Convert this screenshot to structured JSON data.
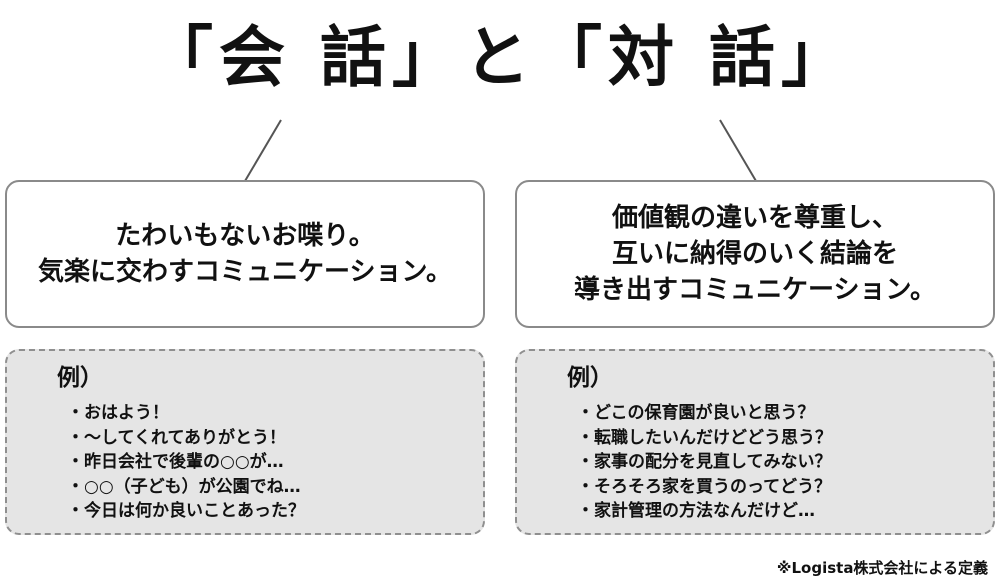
{
  "title": "「会 話」と「対 話」",
  "conversation": {
    "definition": [
      "たわいもないお喋り。",
      "気楽に交わすコミュニケーション。"
    ],
    "example_label": "例）",
    "examples": [
      "・おはよう！",
      "・〜してくれてありがとう！",
      "・昨日会社で後輩の○○が…",
      "・○○（子ども）が公園でね…",
      "・今日は何か良いことあった？"
    ]
  },
  "dialogue": {
    "definition": [
      "価値観の違いを尊重し、",
      "互いに納得のいく結論を",
      "導き出すコミュニケーション。"
    ],
    "example_label": "例）",
    "examples": [
      "・どこの保育園が良いと思う？",
      "・転職したいんだけどどう思う？",
      "・家事の配分を見直してみない？",
      "・そろそろ家を買うのってどう？",
      "・家計管理の方法なんだけど…"
    ]
  },
  "footnote": "※Logista株式会社による定義",
  "colors": {
    "border": "#8a8a8a",
    "example_background": "#e5e5e5",
    "connector": "#555555"
  }
}
